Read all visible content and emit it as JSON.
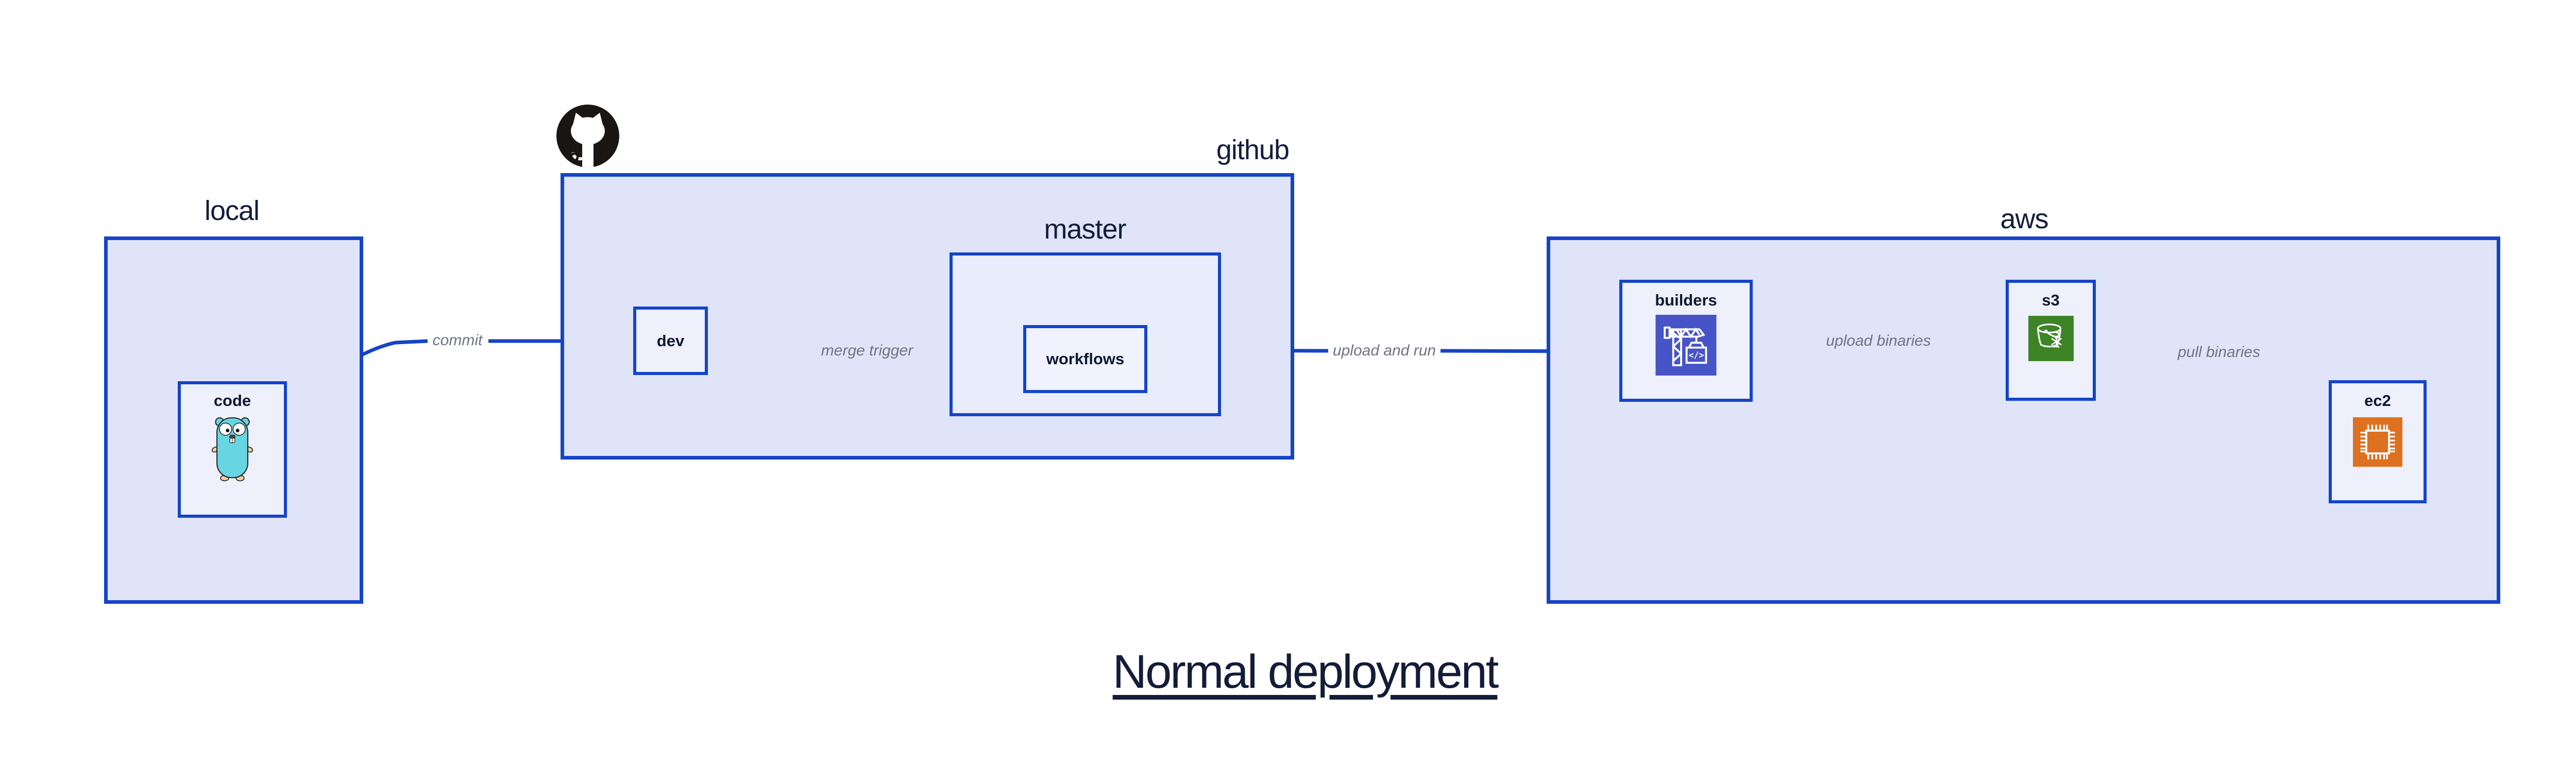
{
  "title": {
    "text": "Normal deployment"
  },
  "groups": {
    "local": {
      "label": "local"
    },
    "github": {
      "label": "github"
    },
    "master": {
      "label": "master"
    },
    "aws": {
      "label": "aws"
    }
  },
  "nodes": {
    "code": {
      "label": "code",
      "icon": "go-gopher-icon"
    },
    "dev": {
      "label": "dev"
    },
    "workflows": {
      "label": "workflows"
    },
    "builders": {
      "label": "builders",
      "icon": "codebuild-crane-icon",
      "icon_bg": "#4754c7"
    },
    "s3": {
      "label": "s3",
      "icon": "s3-bucket-snowflake-icon",
      "icon_bg": "#3e8427"
    },
    "ec2": {
      "label": "ec2",
      "icon": "ec2-chip-icon",
      "icon_bg": "#de711f"
    }
  },
  "edges": {
    "commit": {
      "label": "commit"
    },
    "merge_trigger": {
      "label": "merge trigger"
    },
    "upload_and_run": {
      "label": "upload and run"
    },
    "upload_binaries": {
      "label": "upload binaries"
    },
    "pull_binaries": {
      "label": "pull binaries"
    }
  },
  "icons": {
    "github_logo": "octocat-icon",
    "code_glyph": "</>"
  },
  "colors": {
    "arrow_and_border": "#1544c8",
    "group_fill": "#dfe4f8",
    "sub_group_fill": "#e9edfb",
    "node_fill": "#eef1fc",
    "section_text": "#131d3b",
    "node_text": "#0e1833",
    "edge_label_text": "#6f7480",
    "builders_icon_bg": "#4754c7",
    "s3_icon_bg": "#3e8427",
    "ec2_icon_bg": "#de711f",
    "gopher_body": "#68d5e2",
    "octocat": "#191614",
    "background": "#ffffff"
  }
}
